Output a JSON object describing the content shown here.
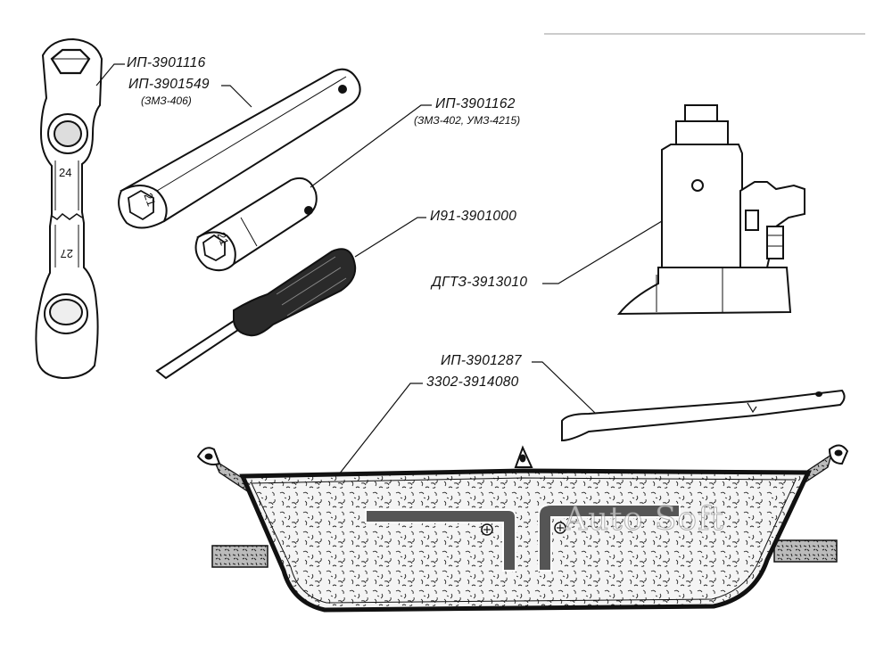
{
  "parts": [
    {
      "id": "wrench",
      "code": "ИП-3901116",
      "markings": [
        "24",
        "27"
      ]
    },
    {
      "id": "tube-wrench",
      "code": "ИП-3901549",
      "note": "(ЗМЗ-406)",
      "marking": "21"
    },
    {
      "id": "socket",
      "code": "ИП-3901162",
      "note": "(ЗМЗ-402, УМЗ-4215)",
      "marking": "21"
    },
    {
      "id": "screwdriver",
      "code": "И91-3901000"
    },
    {
      "id": "jack",
      "code": "ДГТЗ-3913010"
    },
    {
      "id": "lever",
      "code": "ИП-3901287"
    },
    {
      "id": "tool-bag",
      "code": "3302-3914080"
    }
  ],
  "watermark": "Auto Soft"
}
